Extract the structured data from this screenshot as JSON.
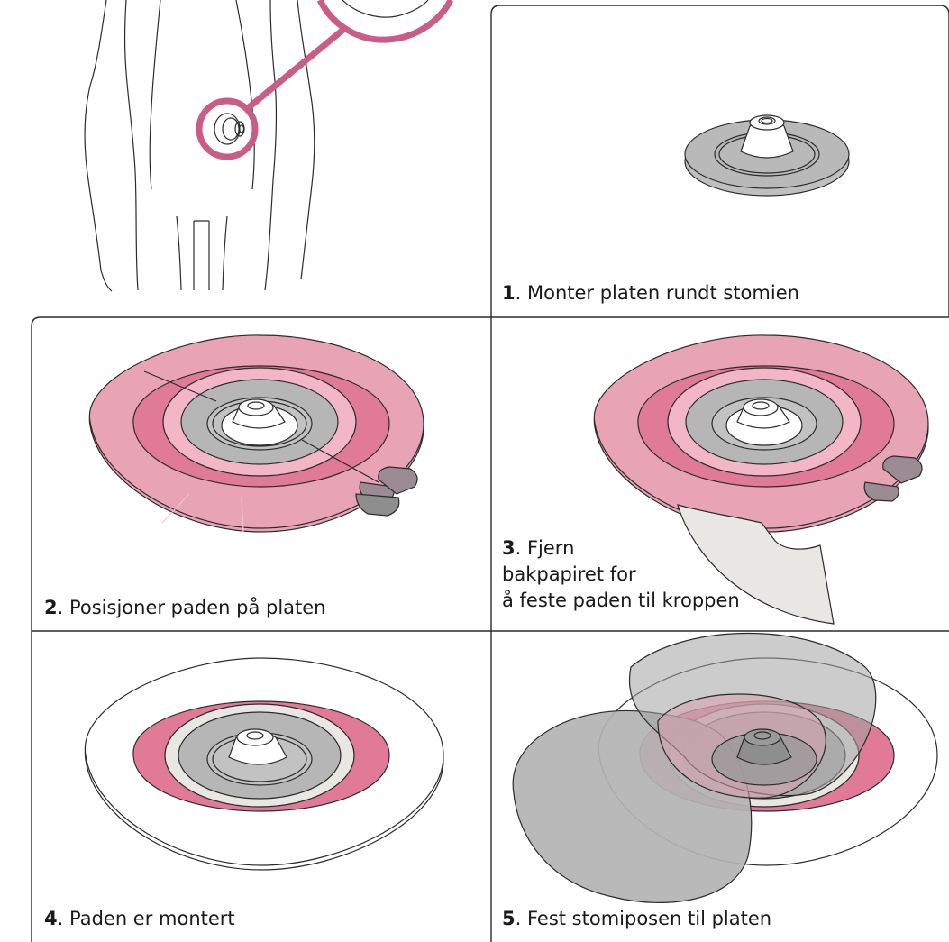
{
  "colors": {
    "pink_light": "#e8a3b5",
    "pink_mid": "#e07a96",
    "pink_ring": "#c95d86",
    "grey_plate": "#b6b6b6",
    "grey_dark": "#8e8e8e",
    "paper": "#e9e7e3",
    "outline": "#2b2b2b"
  },
  "steps": [
    {
      "number": "1",
      "text": ". Monter platen rundt stomien"
    },
    {
      "number": "2",
      "text": ". Posisjoner paden på platen"
    },
    {
      "number": "3",
      "text_lines": [
        ". Fjern",
        "bakpapiret for",
        "å feste paden til kroppen"
      ]
    },
    {
      "number": "4",
      "text": ". Paden er montert"
    },
    {
      "number": "5",
      "text": ". Fest stomiposen til platen"
    }
  ],
  "icons": [
    "body-outline-icon",
    "stoma-magnifier-icon",
    "baseplate-icon",
    "pad-icon",
    "backing-paper-icon",
    "ostomy-bag-icon"
  ]
}
